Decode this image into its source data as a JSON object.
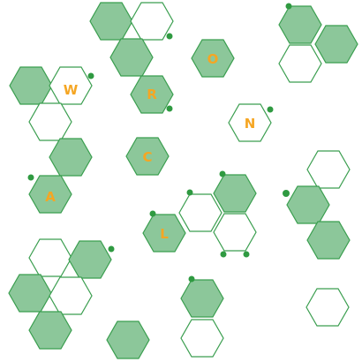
{
  "colors": {
    "fill": "#8cc79a",
    "stroke": "#3a9e4f",
    "empty_fill": "#ffffff",
    "dot": "#2f9a41",
    "letter": "#f5a623"
  },
  "letters": {
    "w": "W",
    "r": "R",
    "o": "O",
    "n": "N",
    "c": "C",
    "a": "A",
    "l": "L"
  }
}
